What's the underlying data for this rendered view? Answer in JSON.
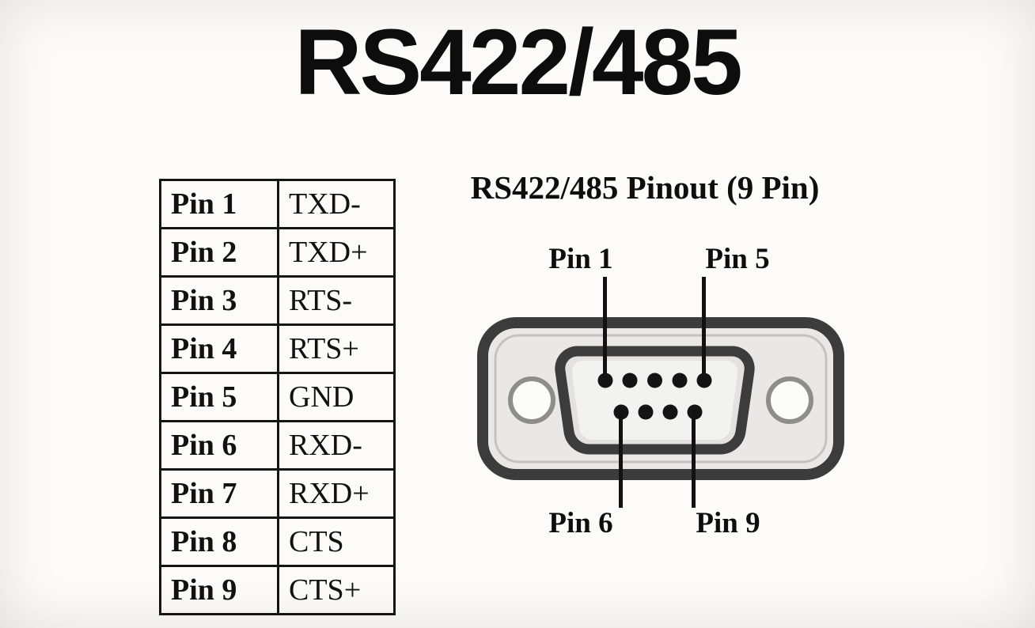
{
  "title": "RS422/485",
  "table": {
    "rows": [
      {
        "pin": "Pin 1",
        "signal": "TXD-"
      },
      {
        "pin": "Pin 2",
        "signal": "TXD+"
      },
      {
        "pin": "Pin 3",
        "signal": "RTS-"
      },
      {
        "pin": "Pin 4",
        "signal": "RTS+"
      },
      {
        "pin": "Pin 5",
        "signal": "GND"
      },
      {
        "pin": "Pin 6",
        "signal": "RXD-"
      },
      {
        "pin": "Pin 7",
        "signal": "RXD+"
      },
      {
        "pin": "Pin 8",
        "signal": "CTS"
      },
      {
        "pin": "Pin 9",
        "signal": "CTS+"
      }
    ]
  },
  "pinout": {
    "heading": "RS422/485 Pinout (9 Pin)",
    "top_labels": [
      {
        "label": "Pin 1"
      },
      {
        "label": "Pin 5"
      }
    ],
    "bottom_labels": [
      {
        "label": "Pin 6"
      },
      {
        "label": "Pin 9"
      }
    ]
  },
  "colors": {
    "ink": "#111111",
    "connector_dark": "#3c3c3c",
    "connector_light": "#e9e8e6",
    "pin_hole": "#141414",
    "background": "#fcfbfa"
  }
}
